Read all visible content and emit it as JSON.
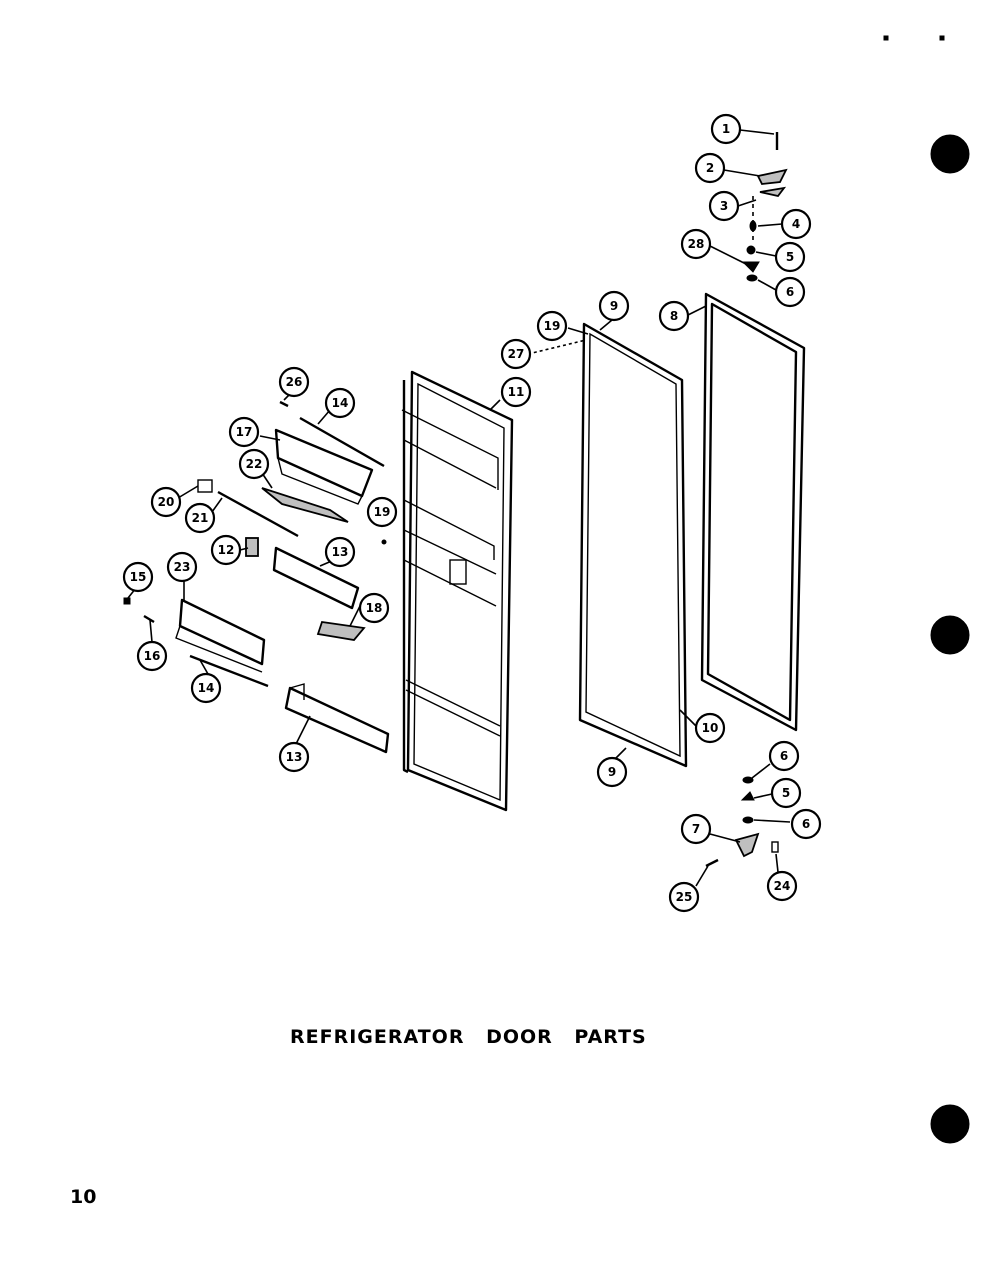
{
  "document": {
    "title": "REFRIGERATOR DOOR PARTS",
    "page_number": "10"
  },
  "callouts": {
    "c1": "1",
    "c2": "2",
    "c3": "3",
    "c4": "4",
    "c5a": "5",
    "c6a": "6",
    "c28": "28",
    "c8": "8",
    "c9a": "9",
    "c19a": "19",
    "c27": "27",
    "c11": "11",
    "c26": "26",
    "c14a": "14",
    "c17": "17",
    "c22": "22",
    "c20": "20",
    "c21": "21",
    "c19b": "19",
    "c12": "12",
    "c13a": "13",
    "c15": "15",
    "c23": "23",
    "c18a": "18",
    "c16": "16",
    "c14b": "14",
    "c13b": "13",
    "c10": "10",
    "c9b": "9",
    "c6b": "6",
    "c5b": "5",
    "c6c": "6",
    "c7": "7",
    "c25": "25",
    "c24": "24"
  }
}
